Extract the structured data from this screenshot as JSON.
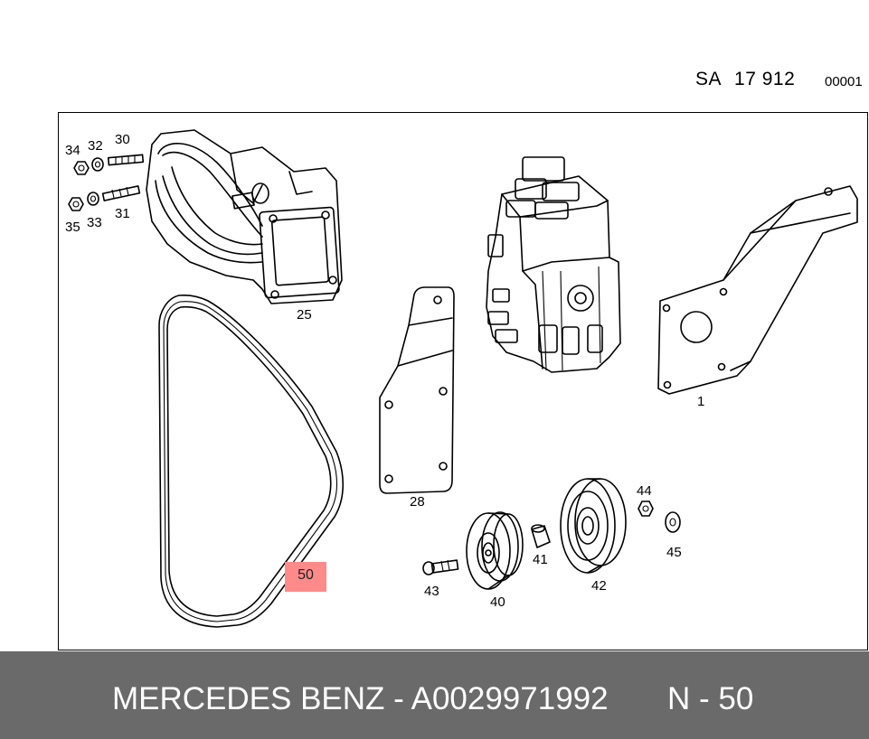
{
  "header": {
    "sheet_code": "SA",
    "sheet_number": "17 912",
    "sheet_sub": "00001"
  },
  "callouts": {
    "c34": "34",
    "c32": "32",
    "c30": "30",
    "c35": "35",
    "c33": "33",
    "c31": "31",
    "c25": "25",
    "c28": "28",
    "c1": "1",
    "c44": "44",
    "c45": "45",
    "c41": "41",
    "c43": "43",
    "c40": "40",
    "c42": "42"
  },
  "highlight": {
    "label": "50",
    "color": "#ff8a8a"
  },
  "footer": {
    "brand_part": "MERCEDES BENZ - A0029971992",
    "position": "N - 50",
    "bg_color": "#6a6a6a"
  }
}
